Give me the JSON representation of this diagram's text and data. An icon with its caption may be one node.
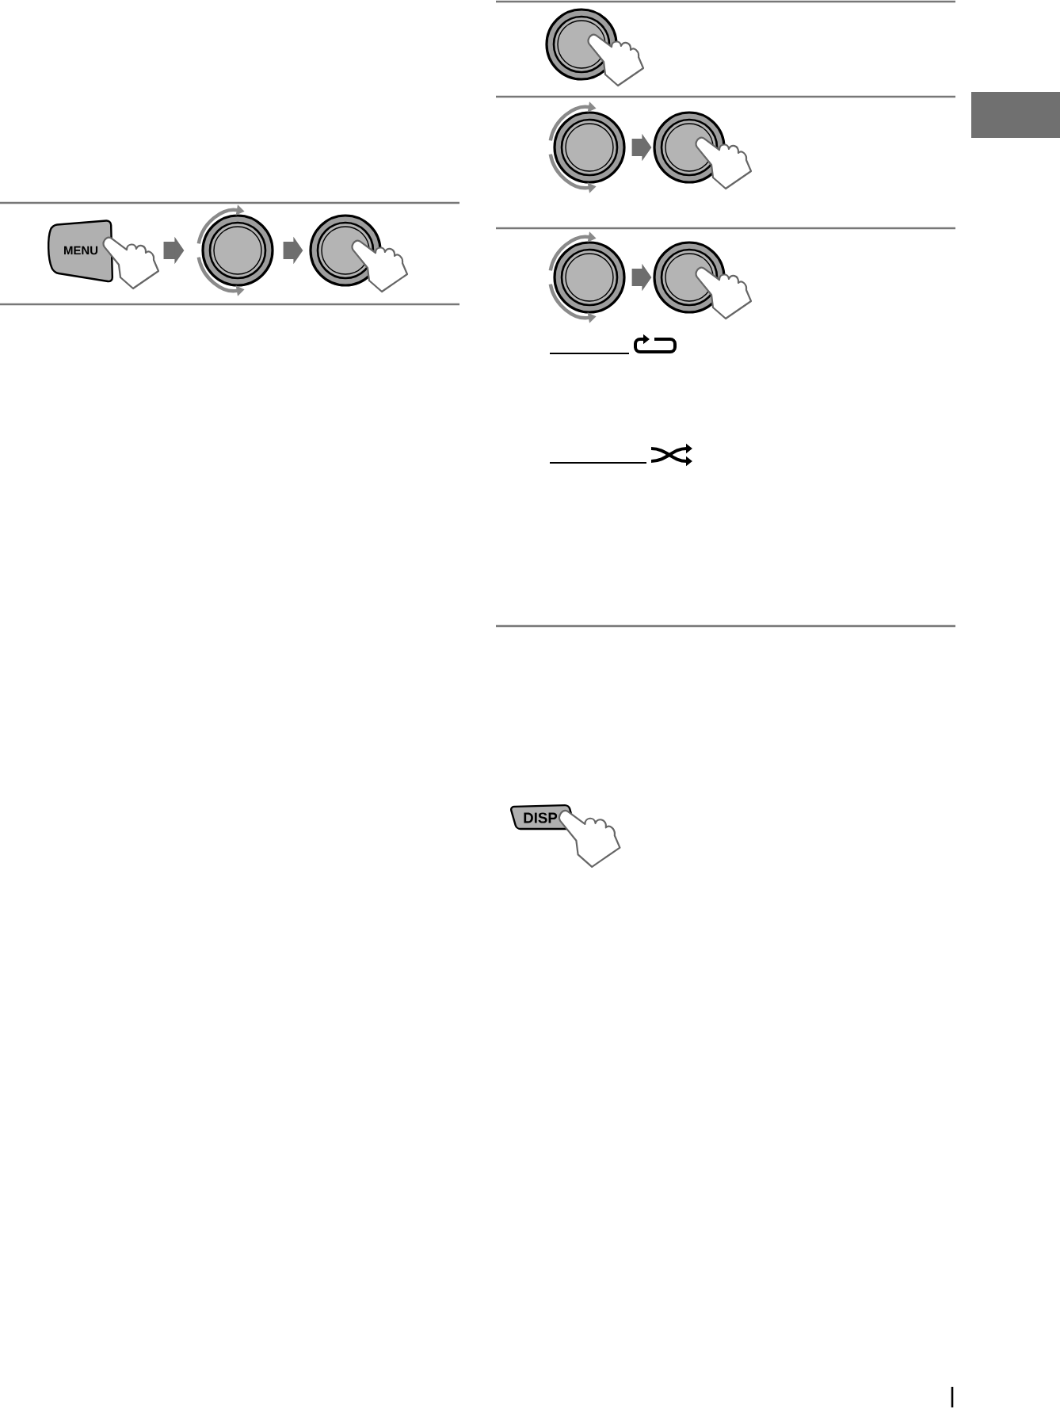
{
  "diagram": {
    "nodes": [
      {
        "text": [
          "MENU"
        ]
      },
      {
        "text": [],
        "shape": "picture"
      },
      {
        "text": [],
        "shape": "picture"
      },
      {
        "text": [],
        "shape": "picture"
      },
      {
        "text": [],
        "shape": "picture"
      },
      {
        "text": [],
        "shape": "picture"
      },
      {
        "text": [],
        "shape": "picture"
      },
      {
        "text": [],
        "shape": "picture"
      },
      {
        "text": [
          "DISP"
        ]
      }
    ],
    "edges": [
      {
        "from": 0,
        "to": 1,
        "arrow": "to"
      },
      {
        "from": 1,
        "to": 2,
        "arrow": "to"
      },
      {
        "from": 4,
        "to": 5,
        "arrow": "to"
      },
      {
        "from": 6,
        "to": 7,
        "arrow": "to"
      }
    ]
  }
}
